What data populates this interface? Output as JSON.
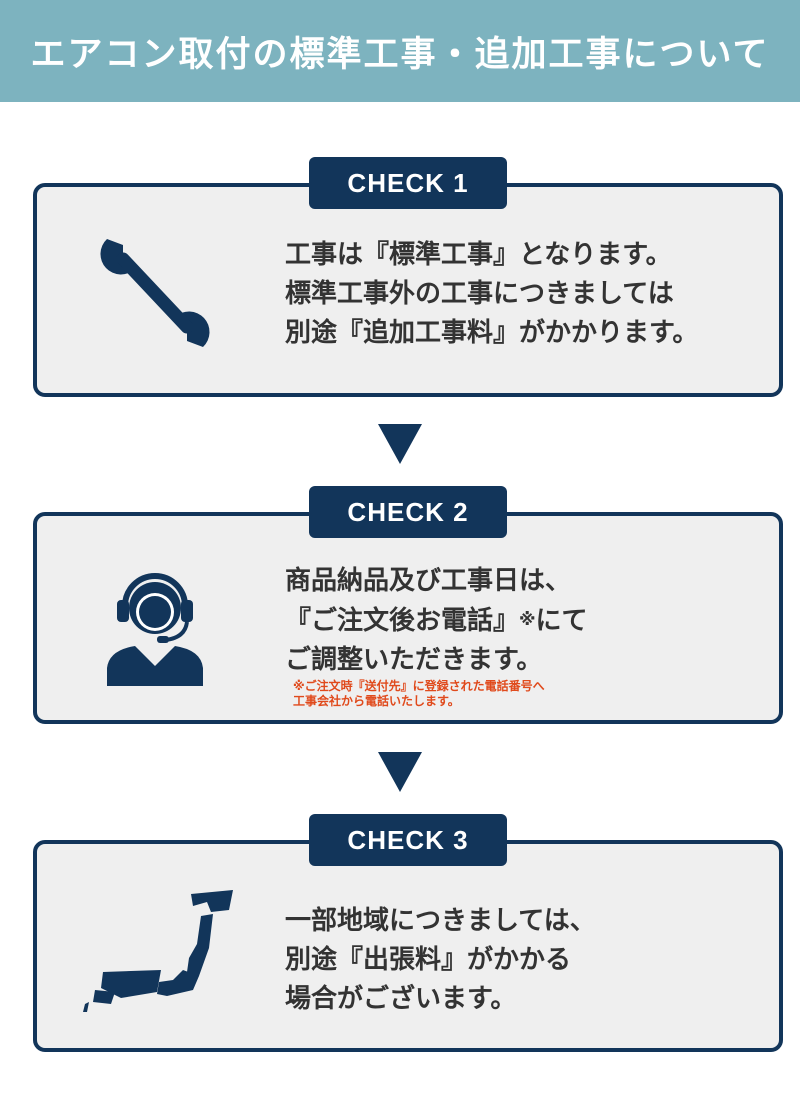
{
  "header": {
    "title": "エアコン取付の標準工事・追加工事について"
  },
  "checks": [
    {
      "badge": "CHECK 1",
      "icon": "wrench-icon",
      "lines": [
        "工事は『標準工事』となります。",
        "標準工事外の工事につきましては",
        "別途『追加工事料』がかかります。"
      ]
    },
    {
      "badge": "CHECK 2",
      "icon": "operator-headset-icon",
      "lines": [
        "商品納品及び工事日は、",
        "『ご注文後お電話』",
        "ご調整いただきます。"
      ],
      "line2_suffix_mark": "※",
      "line2_suffix_text": "にて",
      "note_lines": [
        "※ご注文時『送付先』に登録された電話番号へ",
        "工事会社から電話いたします。"
      ]
    },
    {
      "badge": "CHECK 3",
      "icon": "japan-map-icon",
      "lines": [
        "一部地域につきましては、",
        "別途『出張料』がかかる",
        "場合がございます。"
      ]
    }
  ],
  "colors": {
    "navy": "#12355a",
    "header_bg": "#7db3bf",
    "card_bg": "#efefef",
    "note": "#e04a1c",
    "text": "#333333"
  }
}
